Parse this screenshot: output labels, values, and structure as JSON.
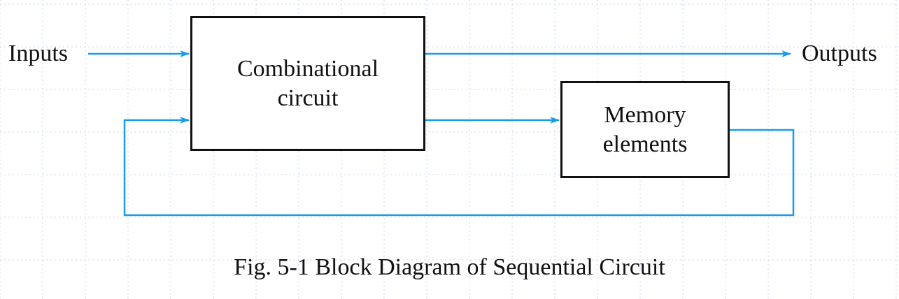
{
  "diagram": {
    "blocks": {
      "combinational": {
        "line1": "Combinational",
        "line2": "circuit"
      },
      "memory": {
        "line1": "Memory",
        "line2": "elements"
      }
    },
    "inputs_label": "Inputs",
    "outputs_label": "Outputs",
    "caption": "Fig. 5-1  Block Diagram of Sequential Circuit"
  },
  "colors": {
    "connector": "#1a9be8",
    "block_border": "#111111",
    "text": "#111111",
    "grid": "#c8d4e6"
  }
}
